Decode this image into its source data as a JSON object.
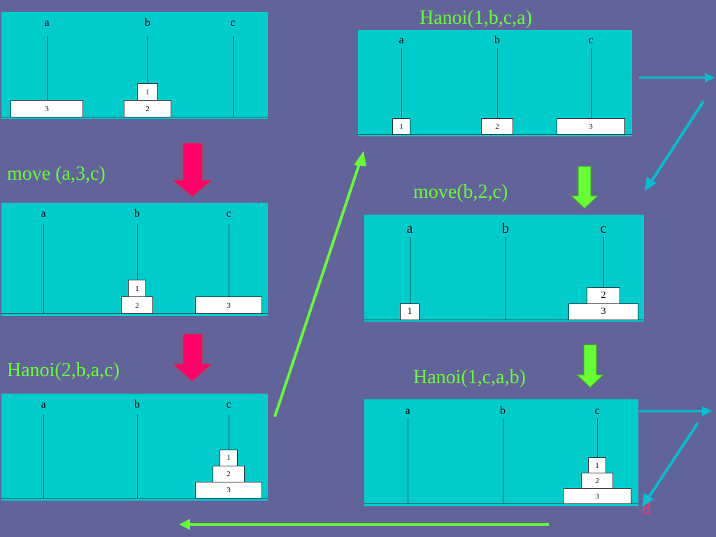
{
  "captions": {
    "move_a3c": "move (a,3,c)",
    "hanoi_2bac": "Hanoi(2,b,a,c)",
    "hanoi_1bca": "Hanoi(1,b,c,a)",
    "move_b2c": "move(b,2,c)",
    "hanoi_1cab": "Hanoi(1,c,a,b)"
  },
  "page_number": "8",
  "colors": {
    "background": "#63639b",
    "panel": "#00cccc",
    "caption": "#66ff33",
    "red_arrow": "#ff0066",
    "green_arrow": "#66ff33",
    "cyan_arrow": "#00c0d0",
    "page_number": "#ff3366"
  },
  "panels": [
    {
      "id": "state-1",
      "pegs": [
        {
          "label": "a",
          "disks": [
            "3"
          ]
        },
        {
          "label": "b",
          "disks": [
            "2",
            "1"
          ]
        },
        {
          "label": "c",
          "disks": []
        }
      ]
    },
    {
      "id": "state-2",
      "pegs": [
        {
          "label": "a",
          "disks": []
        },
        {
          "label": "b",
          "disks": [
            "2",
            "1"
          ]
        },
        {
          "label": "c",
          "disks": [
            "3"
          ]
        }
      ]
    },
    {
      "id": "state-3",
      "pegs": [
        {
          "label": "a",
          "disks": []
        },
        {
          "label": "b",
          "disks": []
        },
        {
          "label": "c",
          "disks": [
            "3",
            "2",
            "1"
          ]
        }
      ]
    },
    {
      "id": "state-4",
      "pegs": [
        {
          "label": "a",
          "disks": [
            "1"
          ]
        },
        {
          "label": "b",
          "disks": [
            "2"
          ]
        },
        {
          "label": "c",
          "disks": [
            "3"
          ]
        }
      ]
    },
    {
      "id": "state-5",
      "pegs": [
        {
          "label": "a",
          "disks": [
            "1"
          ]
        },
        {
          "label": "b",
          "disks": []
        },
        {
          "label": "c",
          "disks": [
            "3",
            "2"
          ]
        }
      ]
    },
    {
      "id": "state-6",
      "pegs": [
        {
          "label": "a",
          "disks": []
        },
        {
          "label": "b",
          "disks": []
        },
        {
          "label": "c",
          "disks": [
            "3",
            "2",
            "1"
          ]
        }
      ]
    }
  ]
}
